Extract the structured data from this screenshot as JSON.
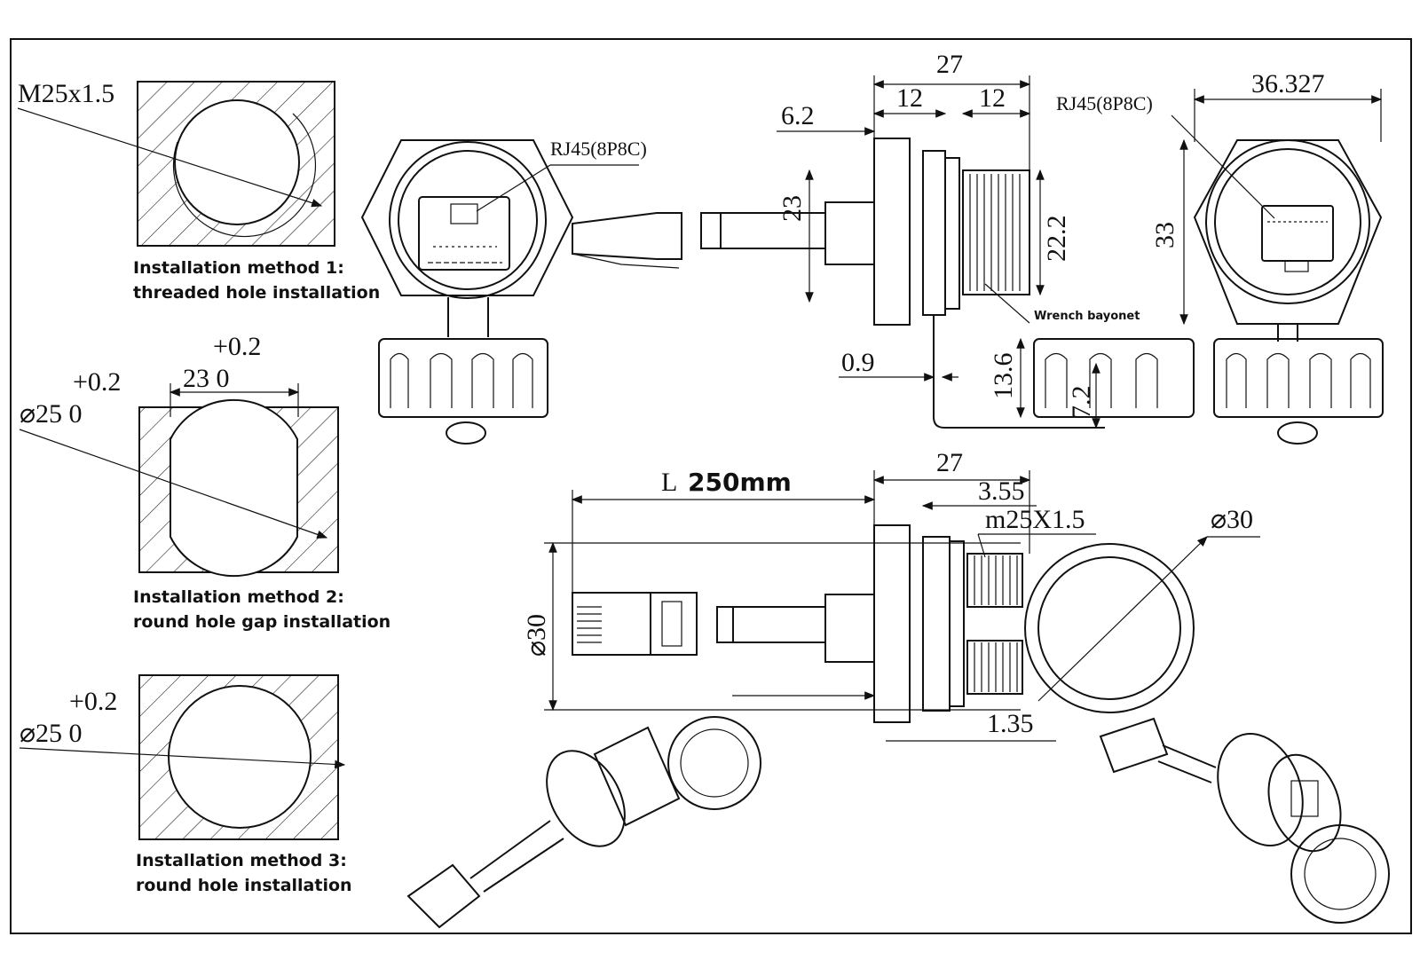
{
  "methods": [
    {
      "spec": "M25x1.5",
      "caption_line1": "Installation method 1:",
      "caption_line2": "threaded hole installation"
    },
    {
      "tol_width": "+0.2",
      "width": "23 0",
      "tol_dia": "+0.2",
      "dia": "⌀25 0",
      "caption_line1": "Installation method 2:",
      "caption_line2": "round hole gap installation"
    },
    {
      "tol_dia": "+0.2",
      "dia": "⌀25 0",
      "caption_line1": "Installation method 3:",
      "caption_line2": "round hole installation"
    }
  ],
  "front_view": {
    "connector_label": "RJ45(8P8C)"
  },
  "side_view": {
    "total_width": "27",
    "left_width": "12",
    "right_width": "12",
    "flange_offset": "6.2",
    "height_plug": "23",
    "thread_dia": "22.2",
    "wrench_label": "Wrench bayonet",
    "gasket": "0.9",
    "cap_height": "13.6",
    "cap_inner": "7.2"
  },
  "right_view": {
    "width": "36.327",
    "height": "33",
    "connector_label": "RJ45(8P8C)"
  },
  "bottom_view": {
    "cable_length_prefix": "L",
    "cable_length": "250mm",
    "total_width": "27",
    "thread_len": "3.55",
    "thread_spec": "m25X1.5",
    "height": "⌀30",
    "cap_dia": "⌀30",
    "gasket": "1.35"
  }
}
